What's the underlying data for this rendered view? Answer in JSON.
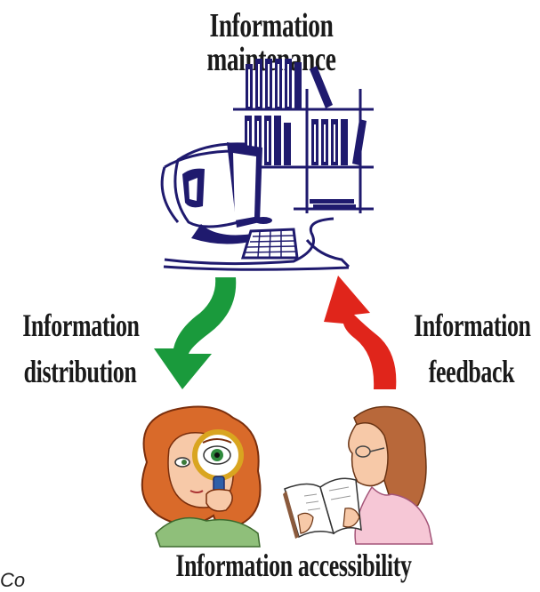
{
  "diagram": {
    "top_label": "Information maintenance",
    "left_label": [
      "Information",
      "distribution"
    ],
    "right_label": [
      "Information",
      "feedback"
    ],
    "bottom_label": "Information accessibility",
    "corner_text": "Co"
  },
  "colors": {
    "distribution_arrow": "#1a9a3c",
    "feedback_arrow": "#e0251b",
    "computer_navy": "#1f1a6e",
    "hair": "#d96a2a",
    "skin": "#f7c9a8",
    "pink_shirt": "#f6c7d6",
    "green_shirt": "#8fbf7a"
  },
  "icons": [
    "computer-bookshelf-illustration",
    "green-down-arrow-icon",
    "red-up-arrow-icon",
    "woman-magnifying-glass-illustration",
    "woman-reading-book-illustration"
  ]
}
